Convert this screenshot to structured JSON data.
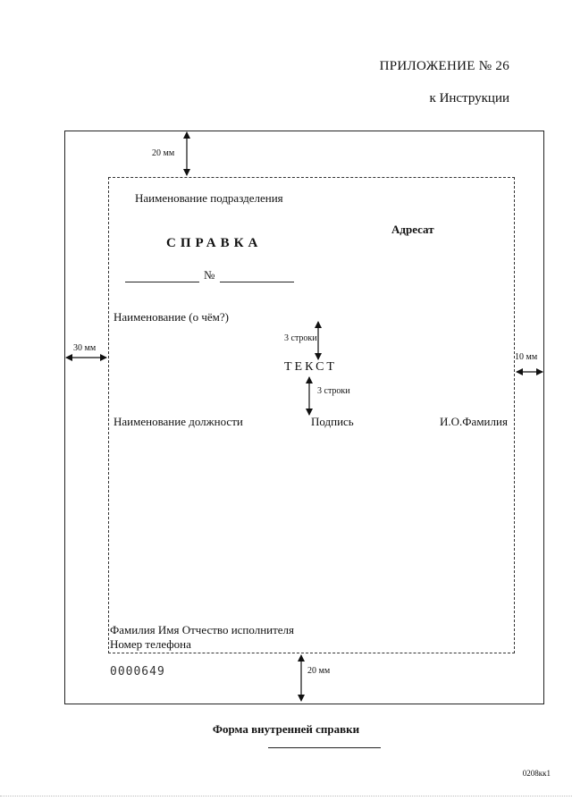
{
  "header": {
    "appendix": "ПРИЛОЖЕНИЕ № 26",
    "to_instruction": "к Инструкции"
  },
  "margins": {
    "top": "20 мм",
    "left": "30 мм",
    "right": "10 мм",
    "bottom": "20 мм"
  },
  "form": {
    "department": "Наименование подразделения",
    "addressee": "Адресат",
    "title": "СПРАВКА",
    "number_sign": "№",
    "subject": "Наименование (о чём?)",
    "spacing_above": "3 строки",
    "text": "ТЕКСТ",
    "spacing_below": "3 строки",
    "position": "Наименование должности",
    "signature": "Подпись",
    "full_name": "И.О.Фамилия",
    "executor": "Фамилия Имя Отчество исполнителя",
    "phone": "Номер телефона",
    "document_number": "0000649"
  },
  "footer": {
    "caption": "Форма внутренней справки",
    "code": "0208кк1"
  },
  "colors": {
    "ink": "#111111",
    "frame": "#222222",
    "background": "#ffffff"
  }
}
